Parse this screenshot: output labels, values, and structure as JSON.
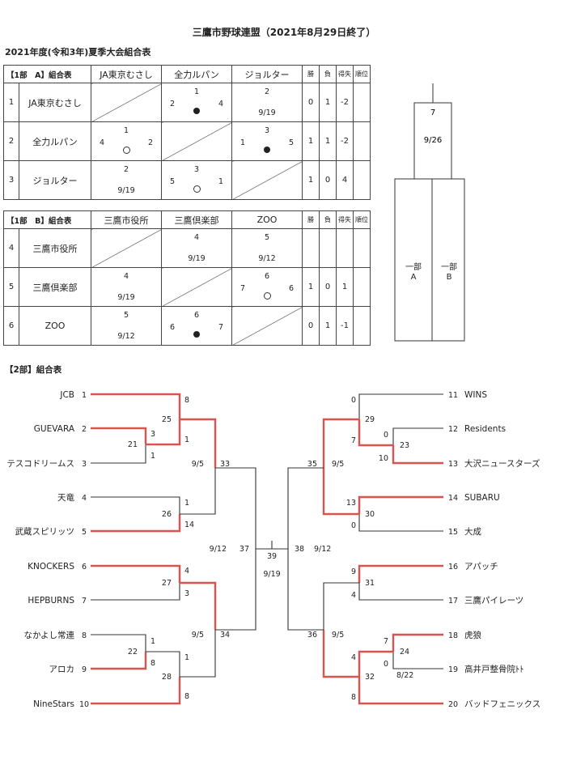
{
  "title": "三鷹市野球連盟（2021年8月29日終了）",
  "subtitle": "2021年度(令和3年)夏季大会組合表",
  "groupA": {
    "header": "【1部　A】組合表",
    "cols": [
      "JA東京むさし",
      "全力ルパン",
      "ジョルター"
    ],
    "stat_heads": [
      "勝",
      "負",
      "得失",
      "順位"
    ],
    "teams": [
      {
        "no": "1",
        "name": "JA東京むさし",
        "w": "0",
        "l": "1",
        "diff": "-2",
        "rank": ""
      },
      {
        "no": "2",
        "name": "全力ルパン",
        "w": "1",
        "l": "1",
        "diff": "-2",
        "rank": ""
      },
      {
        "no": "3",
        "name": "ジョルター",
        "w": "1",
        "l": "0",
        "diff": "4",
        "rank": ""
      }
    ],
    "cells": {
      "r1c2": {
        "game": "1",
        "left": "2",
        "right": "4",
        "mark": "lose"
      },
      "r1c3": {
        "game": "2",
        "date": "9/19"
      },
      "r2c1": {
        "game": "1",
        "left": "4",
        "right": "2",
        "mark": "win"
      },
      "r2c3": {
        "game": "3",
        "left": "1",
        "right": "5",
        "mark": "lose"
      },
      "r3c1": {
        "game": "2",
        "date": "9/19"
      },
      "r3c2": {
        "game": "3",
        "left": "5",
        "right": "1",
        "mark": "win"
      }
    }
  },
  "groupB": {
    "header": "【1部　B】組合表",
    "cols": [
      "三鷹市役所",
      "三鷹倶楽部",
      "ZOO"
    ],
    "stat_heads": [
      "勝",
      "負",
      "得失",
      "順位"
    ],
    "teams": [
      {
        "no": "4",
        "name": "三鷹市役所",
        "w": "",
        "l": "",
        "diff": "",
        "rank": ""
      },
      {
        "no": "5",
        "name": "三鷹倶楽部",
        "w": "1",
        "l": "0",
        "diff": "1",
        "rank": ""
      },
      {
        "no": "6",
        "name": "ZOO",
        "w": "0",
        "l": "1",
        "diff": "-1",
        "rank": ""
      }
    ],
    "cells": {
      "r1c2": {
        "game": "4",
        "date": "9/19"
      },
      "r1c3": {
        "game": "5",
        "date": "9/12"
      },
      "r2c1": {
        "game": "4",
        "date": "9/19"
      },
      "r2c3": {
        "game": "6",
        "left": "7",
        "right": "6",
        "mark": "win"
      },
      "r3c1": {
        "game": "5",
        "date": "9/12"
      },
      "r3c2": {
        "game": "6",
        "left": "6",
        "right": "7",
        "mark": "lose"
      }
    }
  },
  "final1": {
    "game": "7",
    "date": "9/26",
    "left_label": "一部A",
    "right_label": "一部B"
  },
  "part2_header": "【2部】組合表",
  "left_teams": [
    {
      "no": "1",
      "name": "JCB"
    },
    {
      "no": "2",
      "name": "GUEVARA"
    },
    {
      "no": "3",
      "name": "テスコドリームス"
    },
    {
      "no": "4",
      "name": "天竜"
    },
    {
      "no": "5",
      "name": "武蔵スピリッツ"
    },
    {
      "no": "6",
      "name": "KNOCKERS"
    },
    {
      "no": "7",
      "name": "HEPBURNS"
    },
    {
      "no": "8",
      "name": "なかよし常連"
    },
    {
      "no": "9",
      "name": "アロカ"
    },
    {
      "no": "10",
      "name": "NineStars"
    }
  ],
  "right_teams": [
    {
      "no": "11",
      "name": "WINS"
    },
    {
      "no": "12",
      "name": "Residents"
    },
    {
      "no": "13",
      "name": "大沢ニュースターズ"
    },
    {
      "no": "14",
      "name": "SUBARU"
    },
    {
      "no": "15",
      "name": "大成"
    },
    {
      "no": "16",
      "name": "アパッチ"
    },
    {
      "no": "17",
      "name": "三鷹パイレーツ"
    },
    {
      "no": "18",
      "name": "虎狼"
    },
    {
      "no": "19",
      "name": "高井戸整骨院ﾄﾄ"
    },
    {
      "no": "20",
      "name": "バッドフェニックス"
    }
  ],
  "bracket": {
    "g21": "21",
    "g21a": "3",
    "g21b": "1",
    "g25": "25",
    "g25a": "8",
    "g25b": "1",
    "g26": "26",
    "g26a": "1",
    "g26b": "14",
    "g27": "27",
    "g27a": "4",
    "g27b": "3",
    "g22": "22",
    "g22a": "1",
    "g22b": "8",
    "g28": "28",
    "g28a": "1",
    "g28b": "8",
    "g33": "33",
    "g33d": "9/5",
    "g34": "34",
    "g34d": "9/5",
    "g37": "37",
    "g37d": "9/12",
    "g39": "39",
    "g39d": "9/19",
    "g38": "38",
    "g38d": "9/12",
    "g23": "23",
    "g23a": "0",
    "g23b": "10",
    "g29": "29",
    "g29a": "0",
    "g29b": "7",
    "g30": "30",
    "g30a": "13",
    "g30b": "0",
    "g31": "31",
    "g31a": "9",
    "g31b": "4",
    "g24": "24",
    "g24a": "7",
    "g24b": "0",
    "g24d": "8/22",
    "g32": "32",
    "g32a": "4",
    "g32b": "8",
    "g35": "35",
    "g35d": "9/5",
    "g36": "36",
    "g36d": "9/5"
  },
  "colors": {
    "win_line": "#d9534f",
    "line": "#333333"
  }
}
